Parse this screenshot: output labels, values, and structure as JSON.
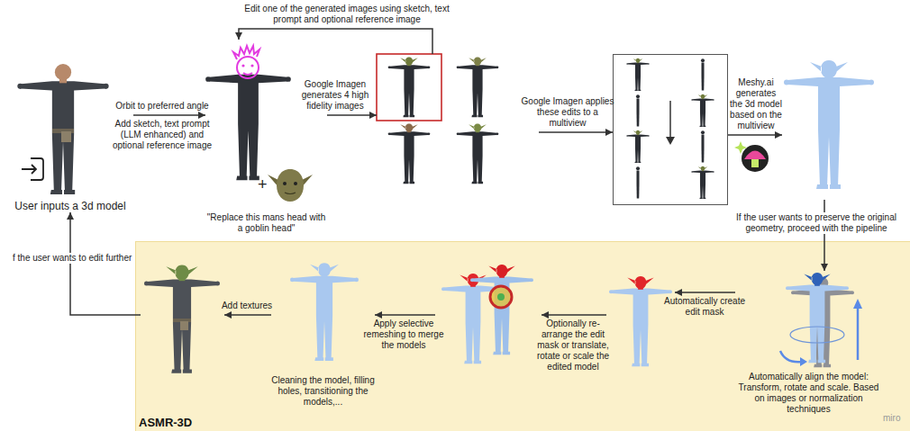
{
  "diagram": {
    "nodes": [
      {
        "text": [
          "User inputs a 3d model"
        ]
      },
      {
        "text": [
          "\"Replace this mans head with a goblin head\""
        ]
      },
      {
        "text": []
      },
      {
        "text": []
      },
      {
        "text": []
      },
      {
        "text": [
          "ASMR-3D"
        ]
      },
      {
        "text": [
          "Automatically align the model: Transform, rotate and scale. Based on images or normalization techniques"
        ],
        "in": 5
      },
      {
        "text": [],
        "in": 5
      },
      {
        "text": [],
        "in": 5
      },
      {
        "text": [
          "Cleaning the model, filling holes, transitioning the models,..."
        ],
        "in": 5
      },
      {
        "text": [],
        "in": 5
      }
    ],
    "edges": [
      {
        "from": 0,
        "to": 1,
        "label": "Orbit to preferred angle",
        "arrow": "to"
      },
      {
        "from": 1,
        "to": 2,
        "label": "Google Imagen generates 4 high fidelity images",
        "arrow": "to"
      },
      {
        "from": 2,
        "to": 1,
        "label": "Edit one of the generated images using sketch, text prompt and optional reference image",
        "arrow": "to"
      },
      {
        "from": 2,
        "to": 3,
        "label": "Google Imagen applies these edits to a multiview",
        "arrow": "to"
      },
      {
        "from": 3,
        "to": 4,
        "label": "Meshy.ai generates the 3d model based on the multiview",
        "arrow": "to"
      },
      {
        "from": 4,
        "to": 6,
        "label": "If the user wants to preserve the original geometry, proceed with the pipeline",
        "arrow": "to"
      },
      {
        "from": 6,
        "to": 7,
        "label": "Automatically create edit mask",
        "arrow": "to"
      },
      {
        "from": 7,
        "to": 8,
        "label": "Optionally re-arrange the edit mask or translate, rotate or scale the edited model",
        "arrow": "to"
      },
      {
        "from": 8,
        "to": 9,
        "label": "Apply selective remeshing to merge the models",
        "arrow": "to"
      },
      {
        "from": 9,
        "to": 10,
        "label": "Add textures",
        "arrow": "to"
      },
      {
        "from": 10,
        "to": 0,
        "label": "f the user wants to edit further",
        "arrow": "to"
      }
    ],
    "labels": [
      "Add sketch, text prompt (LLM enhanced) and optional reference image",
      "+",
      "miro"
    ]
  }
}
